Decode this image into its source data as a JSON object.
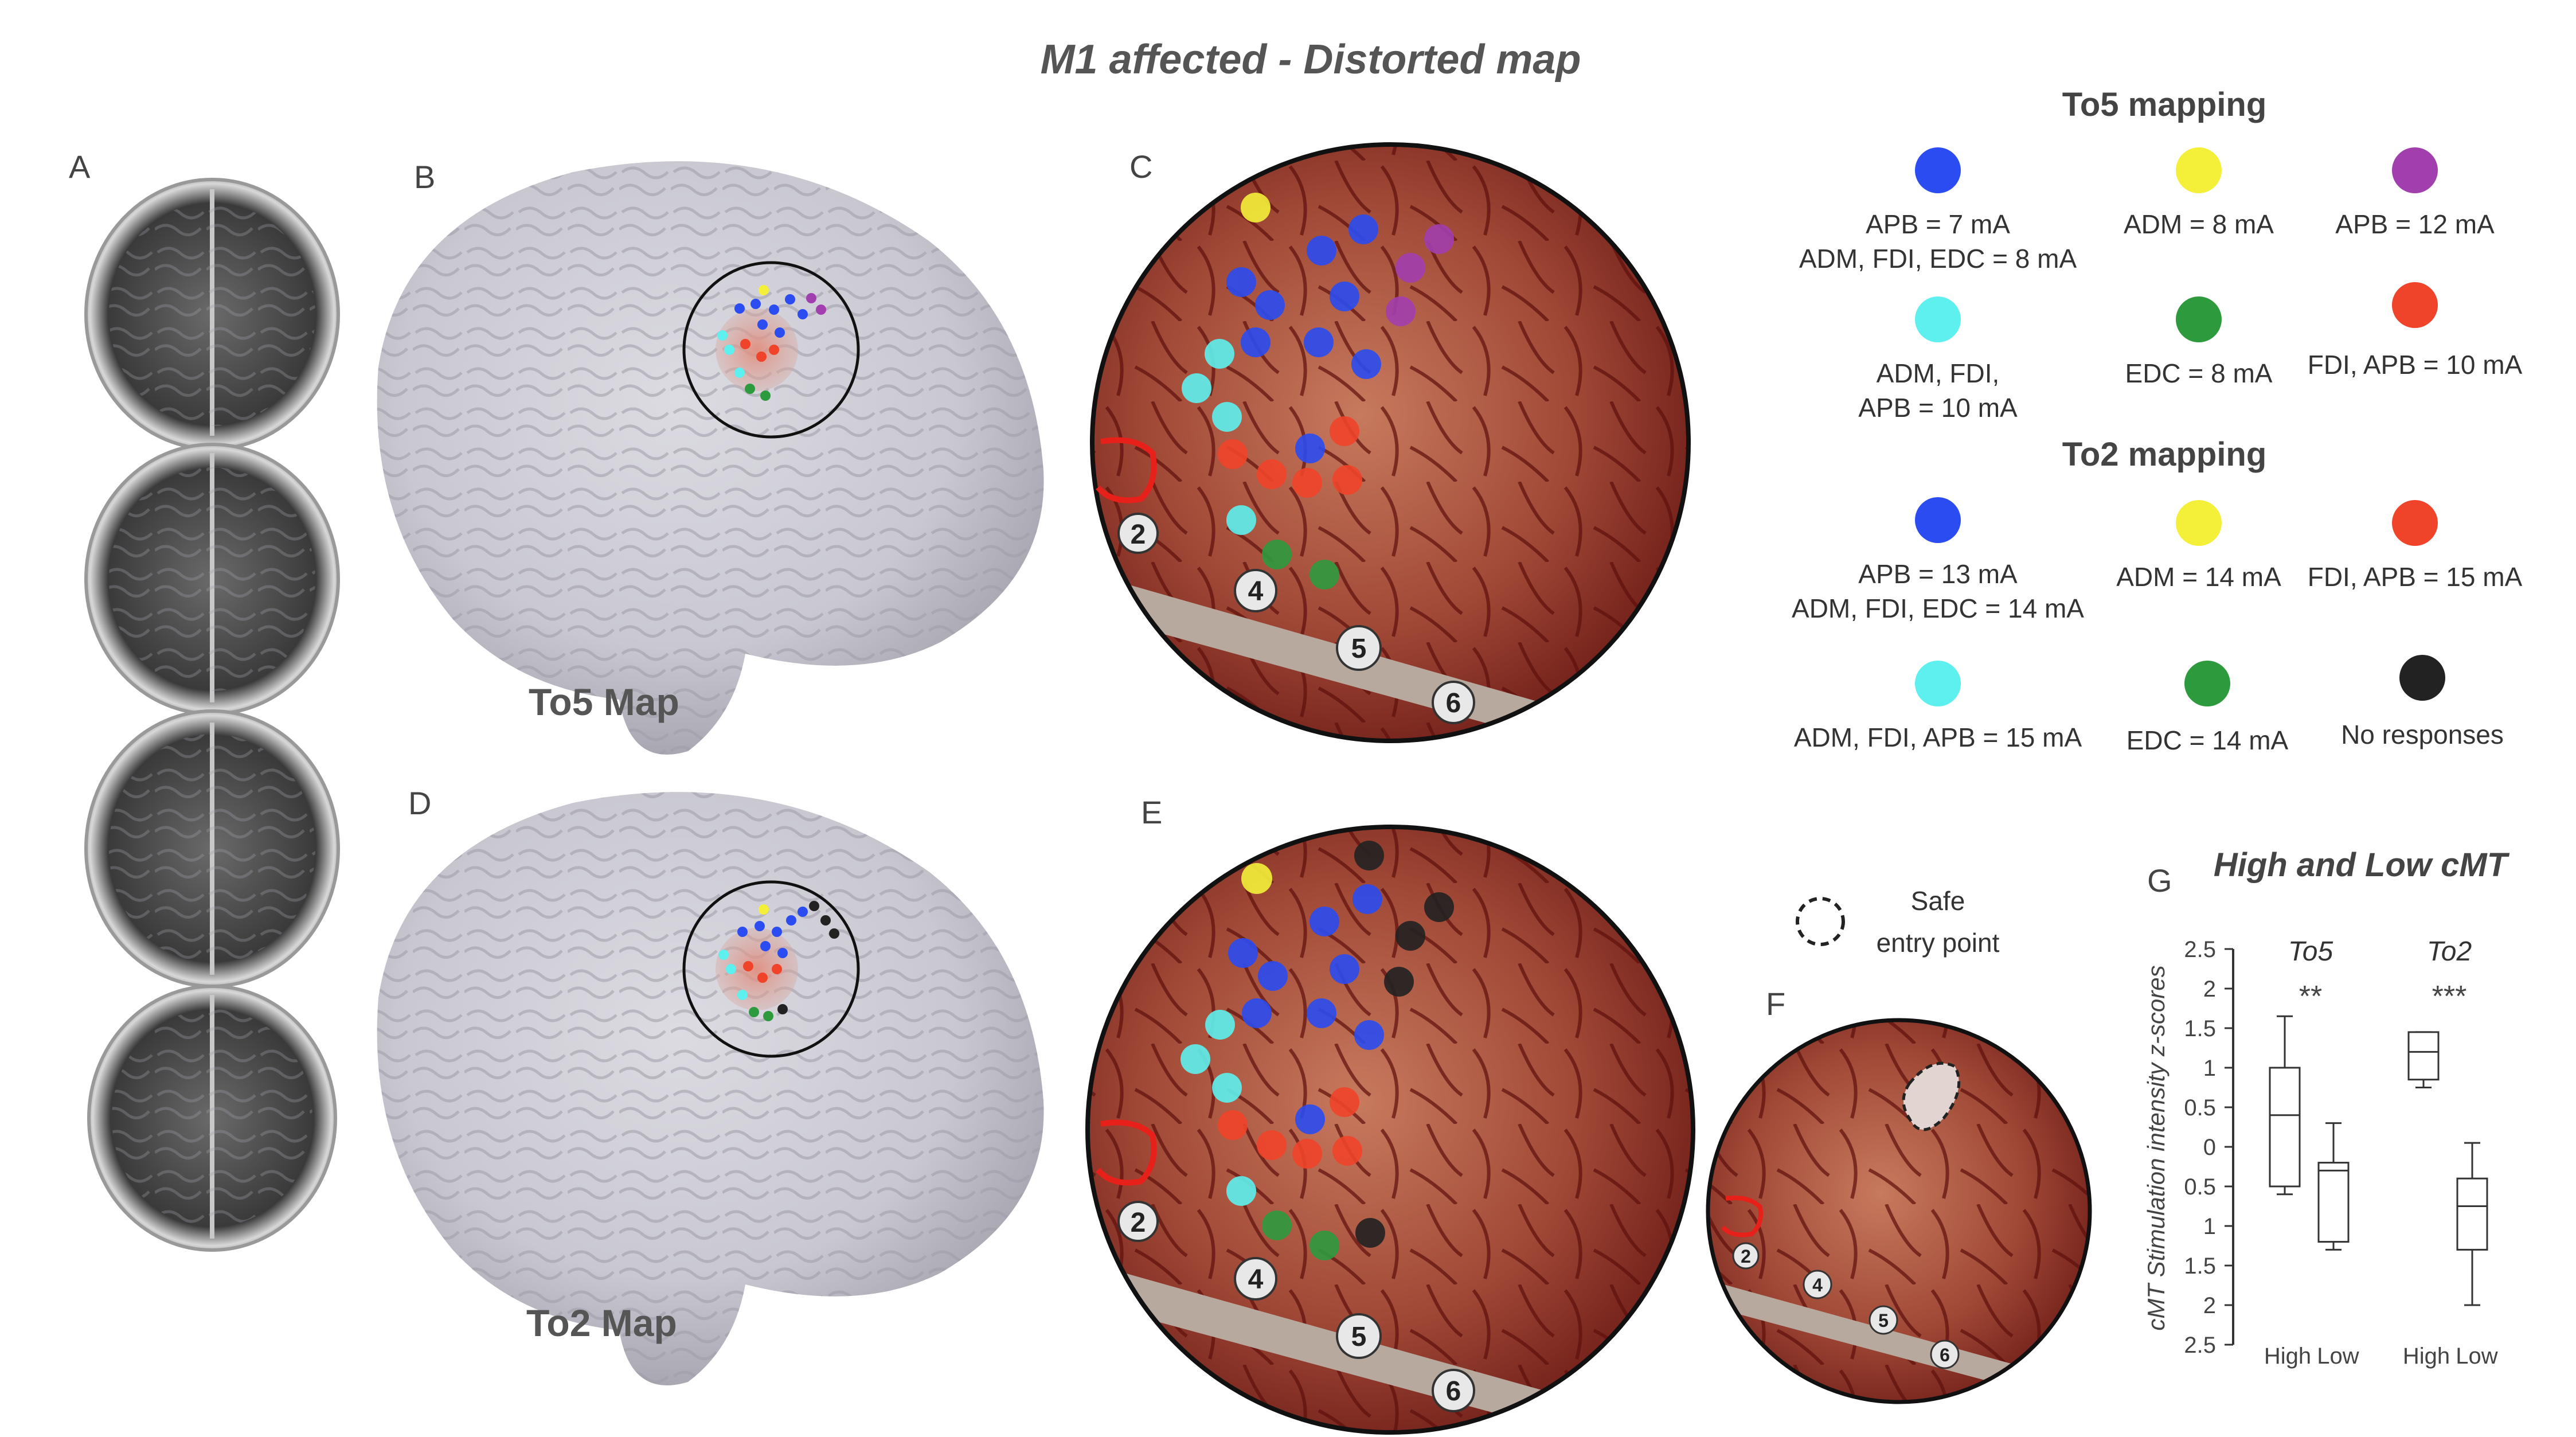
{
  "figure": {
    "title": "M1 affected - Distorted map",
    "panels": [
      "A",
      "B",
      "C",
      "D",
      "E",
      "F",
      "G"
    ],
    "b_map_label": "To5 Map",
    "d_map_label": "To2 Map",
    "electrode_numbers": [
      "2",
      "4",
      "5",
      "6"
    ],
    "safe_entry_label_1": "Safe",
    "safe_entry_label_2": "entry point"
  },
  "legend": {
    "to5_heading": "To5 mapping",
    "to5_items": [
      {
        "color": "#2b4cf0",
        "lines": [
          "APB = 7 mA",
          "ADM, FDI, EDC = 8 mA"
        ]
      },
      {
        "color": "#f4f03a",
        "lines": [
          "ADM = 8 mA"
        ]
      },
      {
        "color": "#a23fae",
        "lines": [
          "APB = 12 mA"
        ]
      },
      {
        "color": "#5ef0ee",
        "lines": [
          "ADM, FDI,",
          "APB = 10 mA"
        ]
      },
      {
        "color": "#2e9a3e",
        "lines": [
          "EDC = 8 mA"
        ]
      },
      {
        "color": "#f0442a",
        "lines": [
          "FDI, APB = 10 mA"
        ]
      }
    ],
    "to2_heading": "To2 mapping",
    "to2_items": [
      {
        "color": "#2b4cf0",
        "lines": [
          "APB = 13 mA",
          "ADM, FDI, EDC = 14 mA"
        ]
      },
      {
        "color": "#f4f03a",
        "lines": [
          "ADM = 14 mA"
        ]
      },
      {
        "color": "#f0442a",
        "lines": [
          "FDI, APB = 15 mA"
        ]
      },
      {
        "color": "#5ef0ee",
        "lines": [
          "ADM, FDI, APB = 15 mA"
        ]
      },
      {
        "color": "#2e9a3e",
        "lines": [
          "EDC = 14 mA"
        ]
      },
      {
        "color": "#222222",
        "lines": [
          "No responses"
        ]
      }
    ]
  },
  "chart_data": {
    "type": "box",
    "title": "High and Low cMT",
    "ylabel": "cMT Stimulation intensity z-scores",
    "ylim": [
      -2.5,
      2.5
    ],
    "y_tick_labels": [
      "2.5",
      "2",
      "1.5",
      "1",
      "0.5",
      "0",
      "0.5",
      "1",
      "1.5",
      "2",
      "2.5"
    ],
    "groups": [
      {
        "name": "To5",
        "significance": "**"
      },
      {
        "name": "To2",
        "significance": "***"
      }
    ],
    "categories": [
      "High",
      "Low"
    ],
    "boxes": [
      {
        "group": "To5",
        "category": "High",
        "min": -0.6,
        "q1": -0.5,
        "median": 0.4,
        "q3": 1.0,
        "max": 1.65
      },
      {
        "group": "To5",
        "category": "Low",
        "min": -1.3,
        "q1": -1.2,
        "median": -0.3,
        "q3": -0.2,
        "max": 0.3
      },
      {
        "group": "To2",
        "category": "High",
        "min": 0.75,
        "q1": 0.85,
        "median": 1.2,
        "q3": 1.45,
        "max": 1.45
      },
      {
        "group": "To2",
        "category": "Low",
        "min": -2.0,
        "q1": -1.3,
        "median": -0.75,
        "q3": -0.4,
        "max": 0.05
      }
    ]
  }
}
